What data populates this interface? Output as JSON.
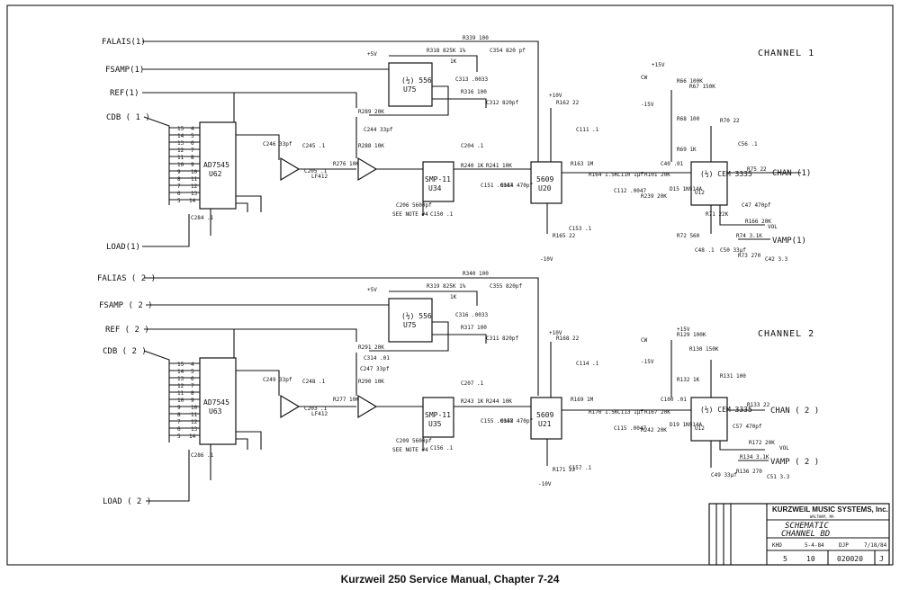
{
  "caption": "Kurzweil 250 Service Manual, Chapter 7-24",
  "channels": [
    {
      "title": "CHANNEL 1",
      "signals": {
        "falais": "FALAIS(1)",
        "fsamp": "FSAMP(1)",
        "ref": "REF(1)",
        "cdb": "CDB ( 1 )",
        "load": "LOAD(1)",
        "chan_out": "CHAN (1)",
        "vamp": "VAMP(1)",
        "vol": "VOL"
      },
      "chips": [
        {
          "part": "AD7545",
          "ref": "U62"
        },
        {
          "part": "(½) 556",
          "ref": "U75"
        },
        {
          "part": "SMP-11",
          "ref": "U34"
        },
        {
          "part": "5609",
          "ref": "U20"
        },
        {
          "part": "(½) CEM 3335",
          "ref": "U12"
        },
        {
          "part": "LF412",
          "ref": ""
        }
      ],
      "labels": [
        "R339 100",
        "C354 820 pf",
        "R318 825K 1%",
        "1K",
        "C313 .0033",
        "R316 100",
        "C312 820pf",
        "R289 20K",
        "C244 33pf",
        "R288 10K",
        "C246 33pf",
        "C245 .1",
        "C205 .1",
        "R276 10K",
        "C206 5600pf",
        "C150 .1",
        "C204 .1",
        "R240 1K",
        "R241 10K",
        "C151 .0047",
        "C154 470pf",
        "R162 22",
        "C111 .1",
        "R163 1M",
        "R164 1.5K",
        "C110 1μf",
        "C112 .0047",
        "R239 20K",
        "R101 20K",
        "D15 1N914A",
        "R66 100K",
        "R67 150K",
        "R68 100",
        "R69 1K",
        "C40 .01",
        "R70 22",
        "C56 .1",
        "R75 22",
        "C47 470pf",
        "R71 22K",
        "R72 560",
        "C48 .1",
        "C50 33μf",
        "R166 20K",
        "R74 3.1K",
        "R73 270",
        "C42 3.3",
        "R165 22",
        "C153 .1",
        "C284 .1",
        "CW",
        "+15V",
        "-15V",
        "+5V",
        "+10V",
        "-10V"
      ]
    },
    {
      "title": "CHANNEL 2",
      "signals": {
        "falais": "FALIAS ( 2 )",
        "fsamp": "FSAMP ( 2 )",
        "ref": "REF ( 2 )",
        "cdb": "CDB ( 2 )",
        "load": "LOAD ( 2 )",
        "chan_out": "CHAN ( 2 )",
        "vamp": "VAMP ( 2 )",
        "vol": "VOL"
      },
      "chips": [
        {
          "part": "AD7545",
          "ref": "U63"
        },
        {
          "part": "(½) 556",
          "ref": "U75"
        },
        {
          "part": "SMP-11",
          "ref": "U35"
        },
        {
          "part": "5609",
          "ref": "U21"
        },
        {
          "part": "(½) CEM 3335",
          "ref": "U12"
        },
        {
          "part": "LF412",
          "ref": ""
        }
      ],
      "labels": [
        "R340 100",
        "C355 820pf",
        "R319 825K 1%",
        "1K",
        "C316 .0033",
        "R317 100",
        "C311 820pf",
        "R291 20K",
        "C314 .01",
        "R290 10K",
        "C247 33pf",
        "C249 33pf",
        "C248 .1",
        "C203 .1",
        "R277 10K",
        "C209 5600pf",
        "C156 .1",
        "C207 .1",
        "R243 1K",
        "R244 10K",
        "C155 .0047",
        "C158 470pf",
        "R168 22",
        "C114 .1",
        "R169 1M",
        "R170 1.5K",
        "C113 1μf",
        "C115 .0047",
        "R242 20K",
        "R167 20K",
        "D19 1N914A",
        "R129 100K",
        "R130 150K",
        "R132 1K",
        "C100 .01",
        "R131 100",
        "R133 22",
        "C57 470pf",
        "R172 20K",
        "R134 3.1K",
        "R136 270",
        "C51 3.3",
        "C49 33μf",
        "R171 22",
        "C157 .1",
        "C286 .1",
        "CW",
        "+15V",
        "-15V",
        "+5V",
        "+10V",
        "-10V"
      ]
    }
  ],
  "cdb_pins": [
    "15",
    "14",
    "13",
    "12",
    "11",
    "10",
    "9",
    "8",
    "7",
    "6",
    "5"
  ],
  "dac_pins": [
    "4",
    "5",
    "6",
    "7",
    "8",
    "9",
    "10",
    "11",
    "12",
    "13",
    "14"
  ],
  "note": "SEE NOTE #4",
  "title_block": {
    "company": "KURZWEIL MUSIC SYSTEMS, Inc.",
    "location": "WALTHAM, MA",
    "title_line1": "SCHEMATIC",
    "title_line2": "CHANNEL BD",
    "drawn": "KHD",
    "drawn_date": "5-4-84",
    "checked": "DJP",
    "checked_date": "7/18/84",
    "sheet": "5",
    "of": "10",
    "drawing_no": "020020",
    "rev": "J"
  }
}
